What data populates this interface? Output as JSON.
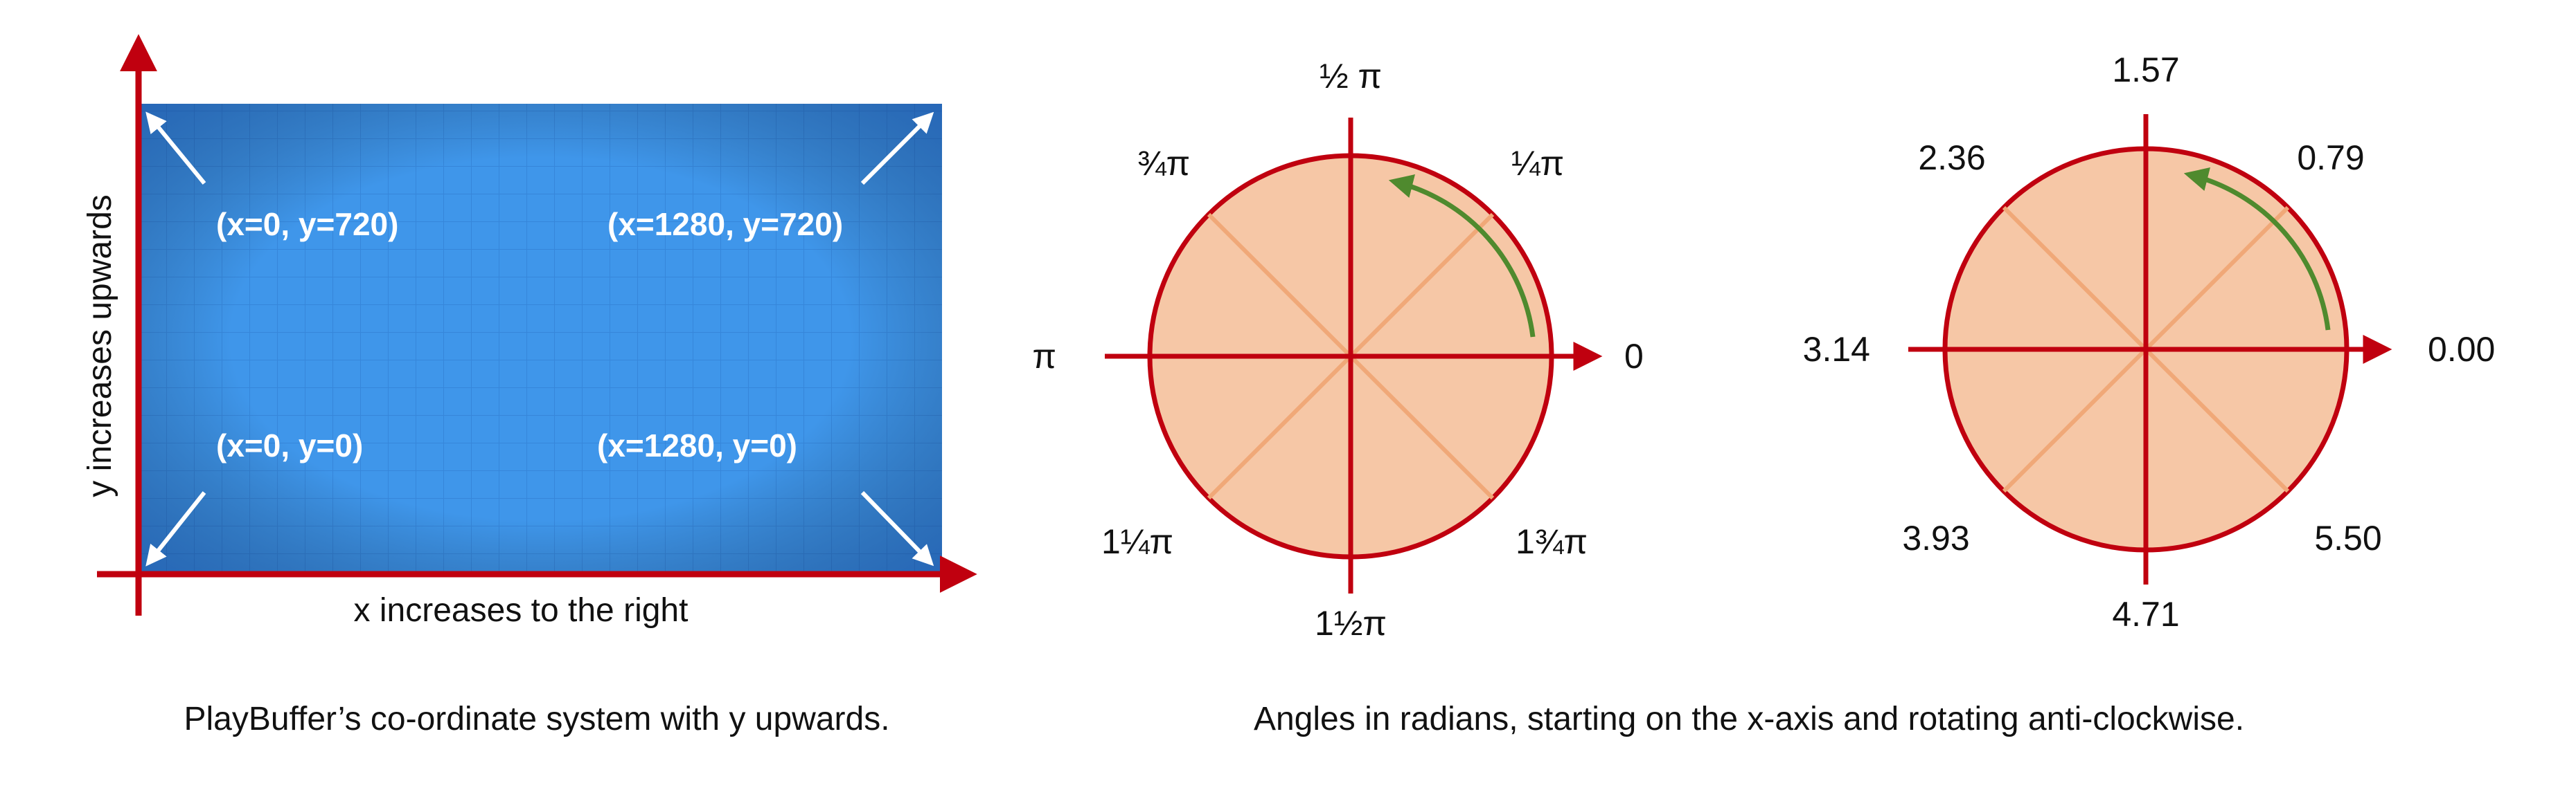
{
  "colors": {
    "axis": "#c0000f",
    "panel_blue": "#3f96ea",
    "panel_blue_dark": "#1f5fbf",
    "circle_fill": "#f6c7a6",
    "spoke": "#f0a878",
    "rotation_arrow": "#4f8a2e",
    "text": "#111111",
    "corner_text": "#ffffff"
  },
  "left_panel": {
    "y_axis_label": "y increases upwards",
    "x_axis_label": "x increases to the right",
    "corners": {
      "top_left": "(x=0, y=720)",
      "top_right": "(x=1280, y=720)",
      "bottom_left": "(x=0, y=0)",
      "bottom_right": "(x=1280, y=0)"
    },
    "caption": "PlayBuffer’s co-ordinate system with y upwards."
  },
  "angle_panels": {
    "caption": "Angles in radians, starting on the x-axis and rotating anti-clockwise.",
    "fraction_labels": {
      "a0": "0",
      "a45": "¼π",
      "a90": "½ π",
      "a135": "¾π",
      "a180": "π",
      "a225": "1¼π",
      "a270": "1½π",
      "a315": "1¾π"
    },
    "decimal_labels": {
      "a0": "0.00",
      "a45": "0.79",
      "a90": "1.57",
      "a135": "2.36",
      "a180": "3.14",
      "a225": "3.93",
      "a270": "4.71",
      "a315": "5.50"
    }
  }
}
